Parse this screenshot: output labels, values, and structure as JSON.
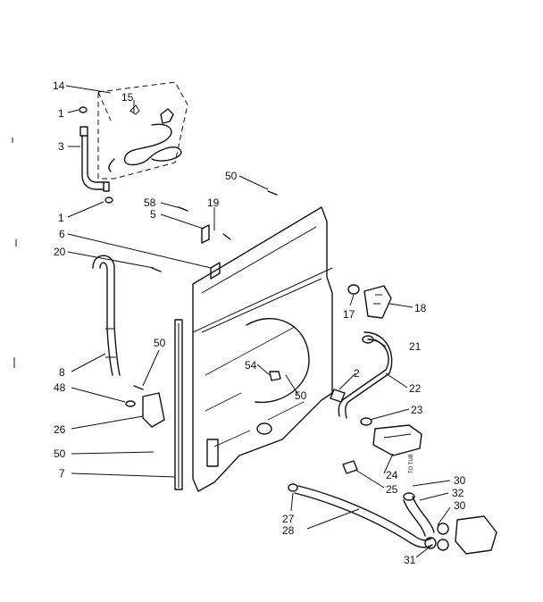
{
  "diagram": {
    "callouts": [
      {
        "id": "c14",
        "text": "14"
      },
      {
        "id": "c15",
        "text": "15"
      },
      {
        "id": "c1a",
        "text": "1"
      },
      {
        "id": "c3",
        "text": "3"
      },
      {
        "id": "c1b",
        "text": "1"
      },
      {
        "id": "c50a",
        "text": "50"
      },
      {
        "id": "c58",
        "text": "58"
      },
      {
        "id": "c19",
        "text": "19"
      },
      {
        "id": "c5",
        "text": "5"
      },
      {
        "id": "c6",
        "text": "6"
      },
      {
        "id": "c20",
        "text": "20"
      },
      {
        "id": "c17",
        "text": "17"
      },
      {
        "id": "c18",
        "text": "18"
      },
      {
        "id": "c50b",
        "text": "50"
      },
      {
        "id": "c8",
        "text": "8"
      },
      {
        "id": "c48",
        "text": "48"
      },
      {
        "id": "c54",
        "text": "54"
      },
      {
        "id": "c50c",
        "text": "50"
      },
      {
        "id": "c2",
        "text": "2"
      },
      {
        "id": "c21",
        "text": "21"
      },
      {
        "id": "c22",
        "text": "22"
      },
      {
        "id": "c26",
        "text": "26"
      },
      {
        "id": "c23",
        "text": "23"
      },
      {
        "id": "c50d",
        "text": "50"
      },
      {
        "id": "c7",
        "text": "7"
      },
      {
        "id": "c24",
        "text": "24"
      },
      {
        "id": "c25",
        "text": "25"
      },
      {
        "id": "c30a",
        "text": "30"
      },
      {
        "id": "c32",
        "text": "32"
      },
      {
        "id": "c30b",
        "text": "30"
      },
      {
        "id": "c27",
        "text": "27"
      },
      {
        "id": "c28",
        "text": "28"
      },
      {
        "id": "c31",
        "text": "31"
      }
    ],
    "small_text": {
      "to_tub": "TO TUB"
    }
  }
}
